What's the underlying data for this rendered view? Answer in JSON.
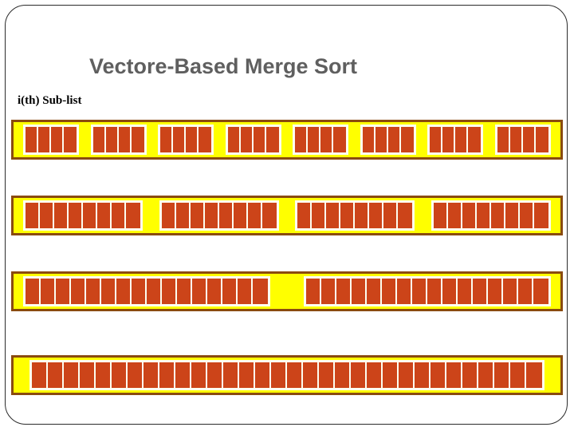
{
  "slide": {
    "title": "Vectore-Based Merge Sort",
    "title_color": "#5f5f5f",
    "label": "i(th) Sub-list",
    "label_color": "#000000",
    "frame_color": "#2b2b2b",
    "background": "#ffffff"
  },
  "palette": {
    "bar_fill": "#ffff00",
    "bar_border": "#8a4b0f",
    "cell_fill": "#cc4419",
    "cell_gap": "#fdfdf0"
  },
  "diagram": {
    "type": "merge-sort-sublists",
    "total_elements": 32,
    "rows": [
      {
        "index": 0,
        "sublist_size": 4,
        "group_count": 8,
        "alignment": "space-between",
        "groups": [
          4,
          4,
          4,
          4,
          4,
          4,
          4,
          4
        ]
      },
      {
        "index": 1,
        "sublist_size": 8,
        "group_count": 4,
        "alignment": "space-between",
        "groups": [
          8,
          8,
          8,
          8
        ]
      },
      {
        "index": 2,
        "sublist_size": 16,
        "group_count": 2,
        "alignment": "space-between",
        "groups": [
          16,
          16
        ]
      },
      {
        "index": 3,
        "sublist_size": 32,
        "group_count": 1,
        "alignment": "center",
        "groups": [
          32
        ]
      }
    ]
  }
}
